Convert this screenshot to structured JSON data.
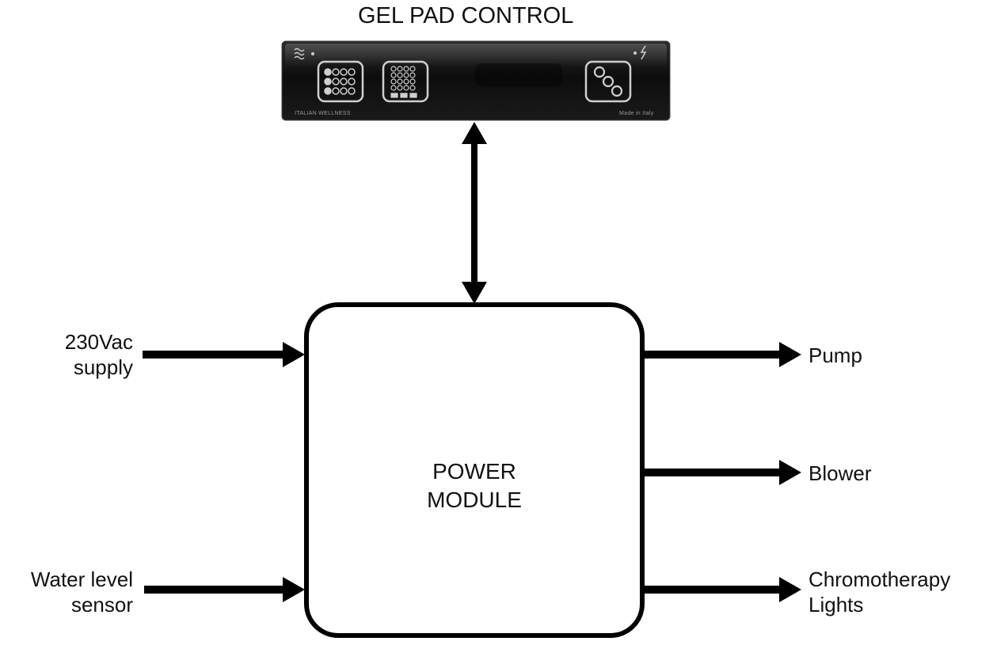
{
  "diagram": {
    "panel_title": "GEL PAD CONTROL",
    "panel_footer_left": "ITALIAN WELLNESS",
    "panel_footer_right": "Made in Italy",
    "module_label_line1": "POWER",
    "module_label_line2": "MODULE",
    "inputs": [
      {
        "line1": "230Vac",
        "line2": "supply"
      },
      {
        "line1": "Water level",
        "line2": "sensor"
      }
    ],
    "outputs": [
      {
        "line1": "Pump"
      },
      {
        "line1": "Blower"
      },
      {
        "line1": "Chromotherapy",
        "line2": "Lights"
      }
    ]
  },
  "colors": {
    "line": "#000000",
    "panel": "#111111",
    "panel_icon": "#cfcfcf"
  },
  "icons": {
    "panel_left": "waves-icon",
    "button_1": "jets-grid-icon",
    "button_2": "keypad-grid-icon",
    "button_3": "chain-link-icon",
    "panel_right": "lightning-icon"
  }
}
